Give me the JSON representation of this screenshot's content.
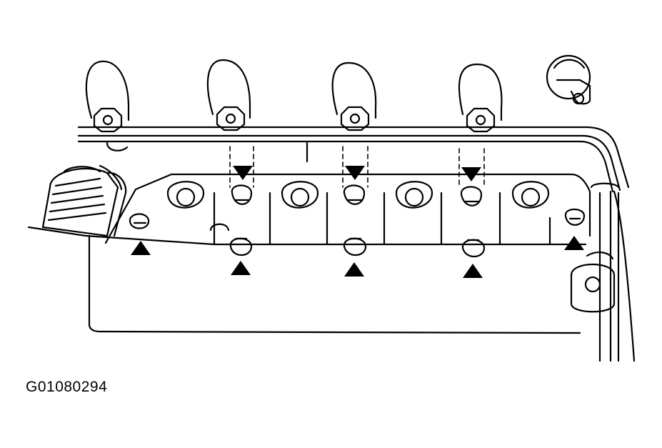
{
  "figure_code": "G01080294",
  "colors": {
    "line": "#000000",
    "background": "#ffffff"
  },
  "callouts": {
    "upper_row_count": 3,
    "lower_row_count": 5
  }
}
